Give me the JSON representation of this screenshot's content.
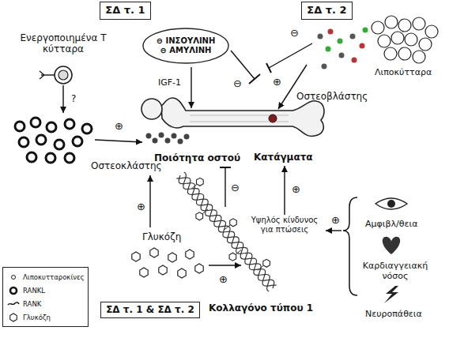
{
  "diagram": {
    "nodes": [
      {
        "text": [
          "ΣΔ τ. 1"
        ]
      },
      {
        "text": [
          "⊖ ΙΝΣΟΥΛΙΝΗ",
          "⊖ ΑΜΥΛΙΝΗ"
        ]
      },
      {
        "text": [
          "ΣΔ τ. 2"
        ]
      },
      {
        "text": [
          "ΣΔ τ. 1 & ΣΔ τ. 2"
        ]
      }
    ],
    "labels": [
      "Ενεργοποιημένα Τ κύτταρα",
      "?",
      "⊕",
      "IGF-1",
      "⊖",
      "⊖",
      "⊕",
      "Λιποκύτταρα",
      "Οστεοβλάστης",
      "Οστεοκλάστης",
      "Ποιότητα οστού",
      "Κατάγματα",
      "⊖",
      "⊕",
      "Υψηλός κίνδυνος για πτώσεις",
      "⊕",
      "Αμφιβλ/θεια",
      "Καρδιαγγειακή νόσος",
      "Νευροπάθεια",
      "⊕",
      "Γλυκόζη",
      "⊕",
      "Κολλαγόνο τύπου 1"
    ],
    "legend": [
      {
        "text": "Λιποκυτταροκίνες"
      },
      {
        "text": "RANKL"
      },
      {
        "text": "RANK"
      },
      {
        "text": "Γλυκόζη"
      }
    ]
  }
}
